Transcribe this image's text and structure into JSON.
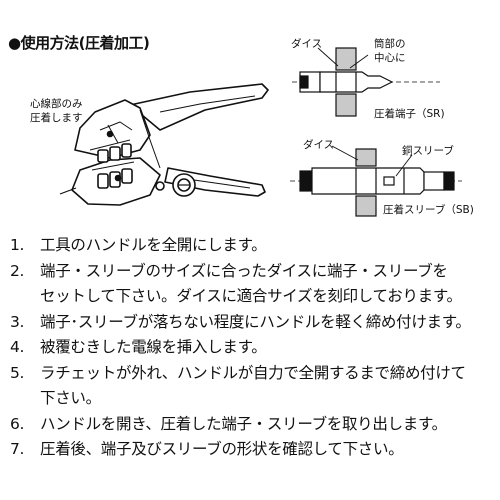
{
  "title": "●使用方法(圧着加工)",
  "labels": {
    "core_only_line1": "心線部のみ",
    "core_only_line2": "圧着します",
    "die_top": "ダイス",
    "center_line1": "筒部の",
    "center_line2": "中心に",
    "terminal_caption": "圧着端子（SR)",
    "die_bottom": "ダイス",
    "copper_sleeve": "銅スリーブ",
    "sleeve_caption": "圧着スリーブ（SB)"
  },
  "steps": [
    {
      "num": "1.",
      "lines": [
        "工具のハンドルを全開にします。"
      ]
    },
    {
      "num": "2.",
      "lines": [
        "端子・スリーブのサイズに合ったダイスに端子・スリーブを",
        "セットして下さい。ダイスに適合サイズを刻印しております。"
      ]
    },
    {
      "num": "3.",
      "lines": [
        "端子･スリーブが落ちない程度にハンドルを軽く締め付けます。"
      ]
    },
    {
      "num": "4.",
      "lines": [
        "被覆むきした電線を挿入します。"
      ]
    },
    {
      "num": "5.",
      "lines": [
        "ラチェットが外れ、ハンドルが自力で全開するまで締め付けて",
        "下さい。"
      ]
    },
    {
      "num": "6.",
      "lines": [
        "ハンドルを開き、圧着した端子・スリーブを取り出します。"
      ]
    },
    {
      "num": "7.",
      "lines": [
        "圧着後、端子及びスリーブの形状を確認して下さい。"
      ]
    }
  ]
}
